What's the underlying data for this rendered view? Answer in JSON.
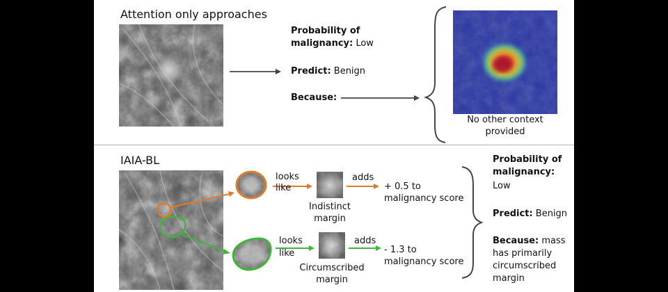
{
  "top": {
    "title": "Attention only approaches",
    "prob_label": "Probability of",
    "prob_label_2": "malignancy:",
    "prob_value": "Low",
    "predict_label": "Predict:",
    "predict_value": "Benign",
    "because_label": "Because:",
    "heatmap_caption_1": "No other context",
    "heatmap_caption_2": "provided"
  },
  "bottom": {
    "title": "IAIA-BL",
    "row1": {
      "looks": "looks",
      "like": "like",
      "adds": "adds",
      "patch_label_1": "Indistinct",
      "patch_label_2": "margin",
      "score_1": "+ 0.5 to",
      "score_2": "malignancy score",
      "color": "#e07b2a"
    },
    "row2": {
      "looks": "looks",
      "like": "like",
      "adds": "adds",
      "patch_label_1": "Circumscribed",
      "patch_label_2": "margin",
      "score_1": "- 1.3 to",
      "score_2": "malignancy score",
      "color": "#3fb53a"
    },
    "result": {
      "prob_label": "Probability of",
      "prob_label_2": "malignancy:",
      "prob_value": "Low",
      "predict_label": "Predict:",
      "predict_value": "Benign",
      "because_label": "Because:",
      "because_1": "mass",
      "because_2": "has primarily",
      "because_3": "circumscribed",
      "because_4": "margin"
    }
  }
}
